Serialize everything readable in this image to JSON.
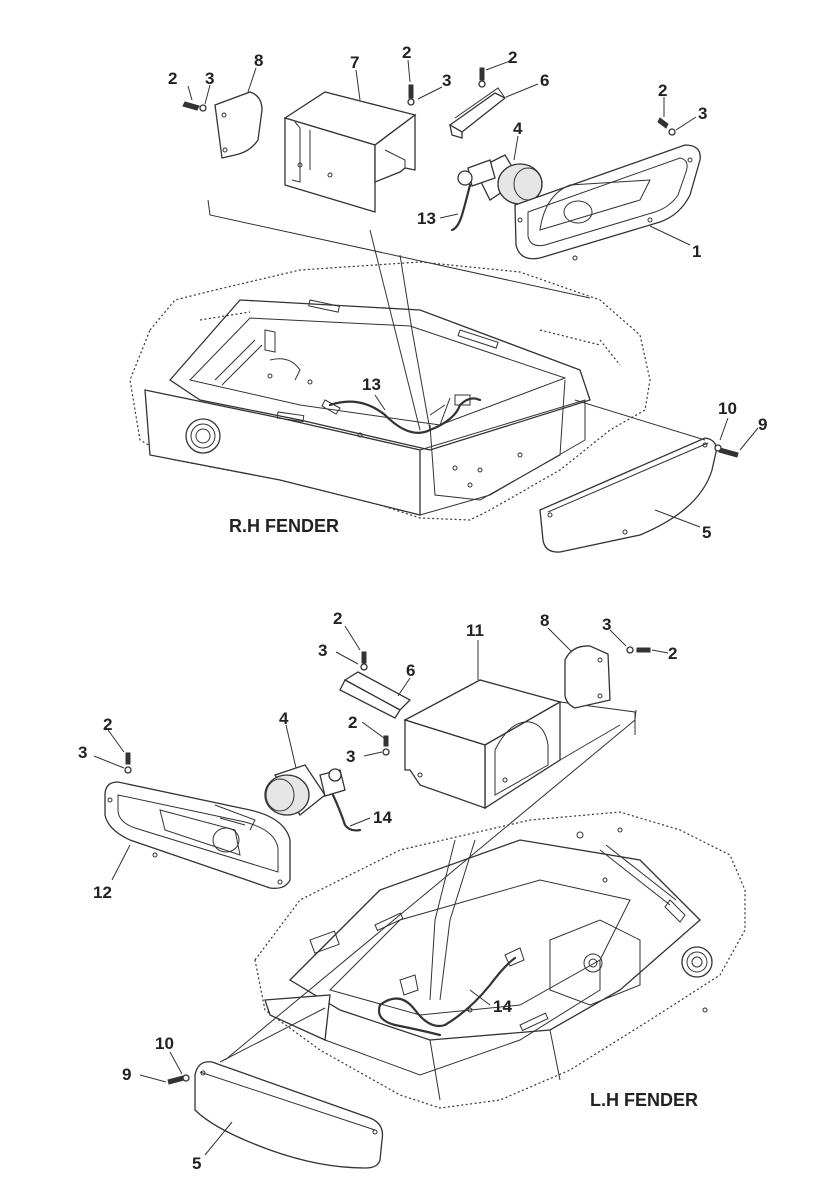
{
  "captions": {
    "rh": "R.H FENDER",
    "lh": "L.H FENDER"
  },
  "callouts_rh": [
    {
      "id": "rh-c-2a",
      "text": "2"
    },
    {
      "id": "rh-c-3a",
      "text": "3"
    },
    {
      "id": "rh-c-8",
      "text": "8"
    },
    {
      "id": "rh-c-7",
      "text": "7"
    },
    {
      "id": "rh-c-2b",
      "text": "2"
    },
    {
      "id": "rh-c-3b",
      "text": "3"
    },
    {
      "id": "rh-c-2c",
      "text": "2"
    },
    {
      "id": "rh-c-6",
      "text": "6"
    },
    {
      "id": "rh-c-4",
      "text": "4"
    },
    {
      "id": "rh-c-2d",
      "text": "2"
    },
    {
      "id": "rh-c-3d",
      "text": "3"
    },
    {
      "id": "rh-c-13a",
      "text": "13"
    },
    {
      "id": "rh-c-1",
      "text": "1"
    },
    {
      "id": "rh-c-13b",
      "text": "13"
    },
    {
      "id": "rh-c-10",
      "text": "10"
    },
    {
      "id": "rh-c-9",
      "text": "9"
    },
    {
      "id": "rh-c-5",
      "text": "5"
    }
  ],
  "callouts_lh": [
    {
      "id": "lh-c-2a",
      "text": "2"
    },
    {
      "id": "lh-c-3a",
      "text": "3"
    },
    {
      "id": "lh-c-6",
      "text": "6"
    },
    {
      "id": "lh-c-11",
      "text": "11"
    },
    {
      "id": "lh-c-8",
      "text": "8"
    },
    {
      "id": "lh-c-3b",
      "text": "3"
    },
    {
      "id": "lh-c-2b",
      "text": "2"
    },
    {
      "id": "lh-c-2c",
      "text": "2"
    },
    {
      "id": "lh-c-3c",
      "text": "3"
    },
    {
      "id": "lh-c-4",
      "text": "4"
    },
    {
      "id": "lh-c-2d",
      "text": "2"
    },
    {
      "id": "lh-c-3d",
      "text": "3"
    },
    {
      "id": "lh-c-14a",
      "text": "14"
    },
    {
      "id": "lh-c-12",
      "text": "12"
    },
    {
      "id": "lh-c-14b",
      "text": "14"
    },
    {
      "id": "lh-c-10",
      "text": "10"
    },
    {
      "id": "lh-c-9",
      "text": "9"
    },
    {
      "id": "lh-c-5",
      "text": "5"
    }
  ]
}
